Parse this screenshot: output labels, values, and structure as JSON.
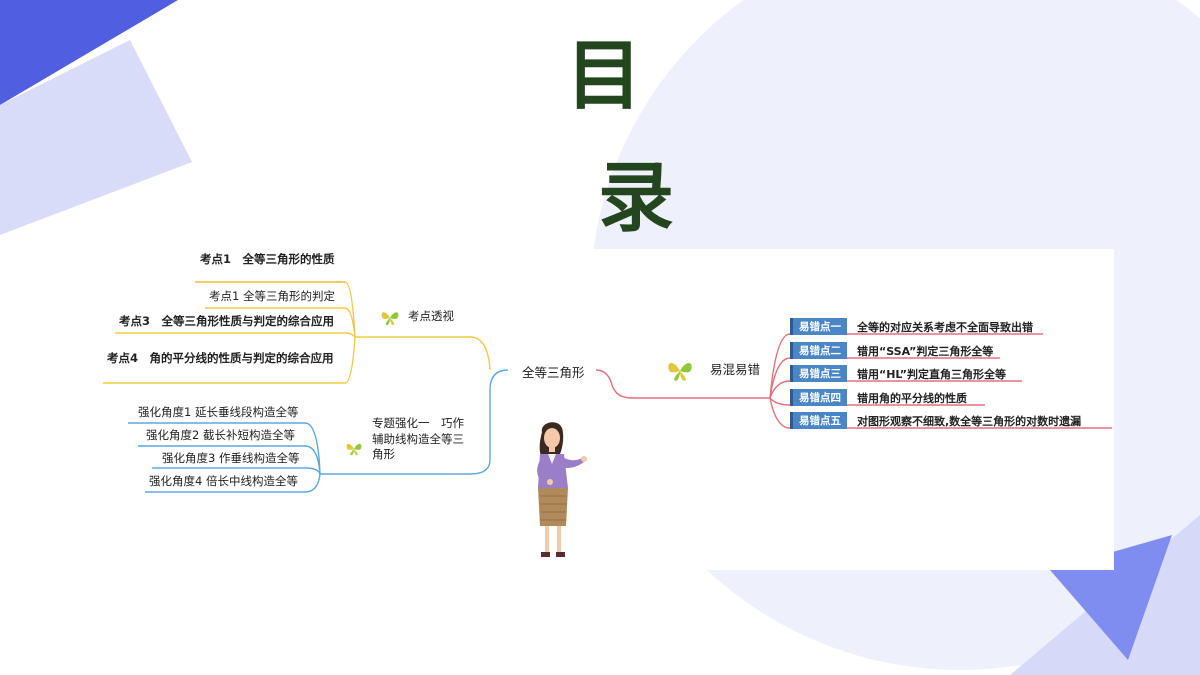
{
  "title": {
    "char1": "目",
    "char2": "录"
  },
  "colors": {
    "title": "#24461f",
    "deco_blue": "#4f5fe0",
    "deco_light": "#d8dcf8",
    "yellow_branch": "#f2c84b",
    "blue_branch": "#5aa9e0",
    "red_branch": "#e0737a",
    "tag_blue": "#4a86c5"
  },
  "mindmap": {
    "center": "全等三角形",
    "branches": {
      "kaodian": {
        "label": "考点透视",
        "items": [
          "考点1　全等三角形的性质",
          "考点1 全等三角形的判定",
          "考点3　全等三角形性质与判定的综合应用",
          "考点4　角的平分线的性质与判定的综合应用"
        ]
      },
      "zhuanti": {
        "label": "专题强化一　巧作辅助线构造全等三角形",
        "items": [
          "强化角度1 延长垂线段构造全等",
          "强化角度2 截长补短构造全等",
          "强化角度3 作垂线构造全等",
          "强化角度4 倍长中线构造全等"
        ]
      },
      "yicuo": {
        "label": "易混易错",
        "items": [
          {
            "tag": "易错点一",
            "text": "全等的对应关系考虑不全面导致出错"
          },
          {
            "tag": "易错点二",
            "text": "错用“SSA”判定三角形全等"
          },
          {
            "tag": "易错点三",
            "text": "错用“HL”判定直角三角形全等"
          },
          {
            "tag": "易错点四",
            "text": "错用角的平分线的性质"
          },
          {
            "tag": "易错点五",
            "text": "对图形观察不细致,数全等三角形的对数时遗漏"
          }
        ]
      }
    }
  }
}
